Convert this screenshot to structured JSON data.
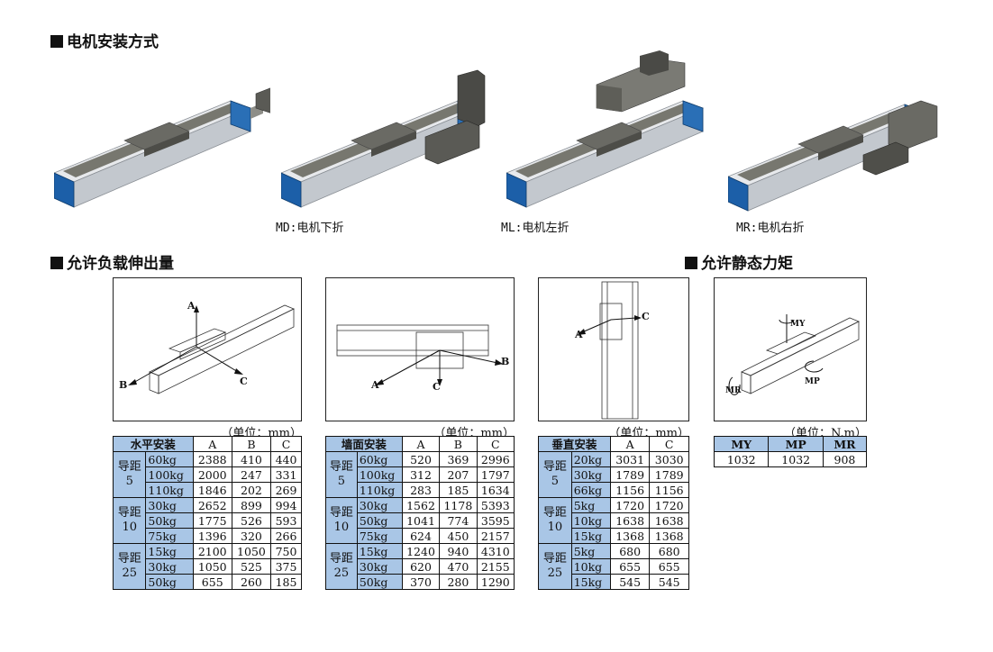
{
  "sections": {
    "motor_mount": "电机安装方式",
    "overhang": "允许负载伸出量",
    "static_moment": "允许静态力矩"
  },
  "mounts": [
    {
      "caption": ""
    },
    {
      "caption": "MD:电机下折"
    },
    {
      "caption": "ML:电机左折"
    },
    {
      "caption": "MR:电机右折"
    }
  ],
  "diagram_labels": {
    "A": "A",
    "B": "B",
    "C": "C",
    "MY": "MY",
    "MP": "MP",
    "MR": "MR"
  },
  "units": {
    "mm": "（单位：mm）",
    "nm": "（单位：N.m）"
  },
  "chart_data": [
    {
      "type": "table",
      "title": "水平安装",
      "columns": [
        "A",
        "B",
        "C"
      ],
      "groups": [
        {
          "label": "导距5",
          "rows": [
            {
              "load": "60kg",
              "values": [
                2388,
                410,
                440
              ]
            },
            {
              "load": "100kg",
              "values": [
                2000,
                247,
                331
              ]
            },
            {
              "load": "110kg",
              "values": [
                1846,
                202,
                269
              ]
            }
          ]
        },
        {
          "label": "导距10",
          "rows": [
            {
              "load": "30kg",
              "values": [
                2652,
                899,
                994
              ]
            },
            {
              "load": "50kg",
              "values": [
                1775,
                526,
                593
              ]
            },
            {
              "load": "75kg",
              "values": [
                1396,
                320,
                266
              ]
            }
          ]
        },
        {
          "label": "导距25",
          "rows": [
            {
              "load": "15kg",
              "values": [
                2100,
                1050,
                750
              ]
            },
            {
              "load": "30kg",
              "values": [
                1050,
                525,
                375
              ]
            },
            {
              "load": "50kg",
              "values": [
                655,
                260,
                185
              ]
            }
          ]
        }
      ]
    },
    {
      "type": "table",
      "title": "墙面安装",
      "columns": [
        "A",
        "B",
        "C"
      ],
      "groups": [
        {
          "label": "导距5",
          "rows": [
            {
              "load": "60kg",
              "values": [
                520,
                369,
                2996
              ]
            },
            {
              "load": "100kg",
              "values": [
                312,
                207,
                1797
              ]
            },
            {
              "load": "110kg",
              "values": [
                283,
                185,
                1634
              ]
            }
          ]
        },
        {
          "label": "导距10",
          "rows": [
            {
              "load": "30kg",
              "values": [
                1562,
                1178,
                5393
              ]
            },
            {
              "load": "50kg",
              "values": [
                1041,
                774,
                3595
              ]
            },
            {
              "load": "75kg",
              "values": [
                624,
                450,
                2157
              ]
            }
          ]
        },
        {
          "label": "导距25",
          "rows": [
            {
              "load": "15kg",
              "values": [
                1240,
                940,
                4310
              ]
            },
            {
              "load": "30kg",
              "values": [
                620,
                470,
                2155
              ]
            },
            {
              "load": "50kg",
              "values": [
                370,
                280,
                1290
              ]
            }
          ]
        }
      ]
    },
    {
      "type": "table",
      "title": "垂直安装",
      "columns": [
        "A",
        "C"
      ],
      "groups": [
        {
          "label": "导距5",
          "rows": [
            {
              "load": "20kg",
              "values": [
                3031,
                3030
              ]
            },
            {
              "load": "30kg",
              "values": [
                1789,
                1789
              ]
            },
            {
              "load": "66kg",
              "values": [
                1156,
                1156
              ]
            }
          ]
        },
        {
          "label": "导距10",
          "rows": [
            {
              "load": "5kg",
              "values": [
                1720,
                1720
              ]
            },
            {
              "load": "10kg",
              "values": [
                1638,
                1638
              ]
            },
            {
              "load": "15kg",
              "values": [
                1368,
                1368
              ]
            }
          ]
        },
        {
          "label": "导距25",
          "rows": [
            {
              "load": "5kg",
              "values": [
                680,
                680
              ]
            },
            {
              "load": "10kg",
              "values": [
                655,
                655
              ]
            },
            {
              "load": "15kg",
              "values": [
                545,
                545
              ]
            }
          ]
        }
      ]
    },
    {
      "type": "table",
      "title": "",
      "columns": [
        "MY",
        "MP",
        "MR"
      ],
      "rows": [
        [
          1032,
          1032,
          908
        ]
      ]
    }
  ],
  "colors": {
    "frame_blue": "#1c5fa8",
    "rail_silver": "#d6dade",
    "table_blue": "#a9c6e6",
    "slide_dark": "#5c5c58"
  }
}
